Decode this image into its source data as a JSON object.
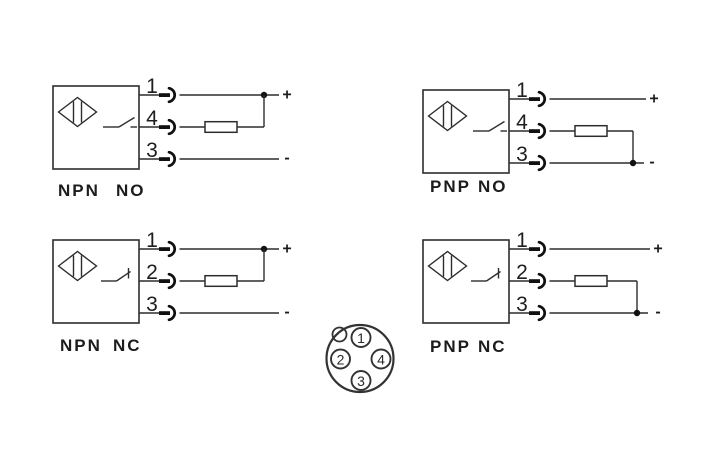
{
  "diagrams": [
    {
      "type_label": "NPN",
      "state_label": "NO",
      "wire_labels": [
        "1",
        "4",
        "3"
      ],
      "plus": "+",
      "minus": "-"
    },
    {
      "type_label": "PNP",
      "state_label": "NO",
      "wire_labels": [
        "1",
        "4",
        "3"
      ],
      "plus": "+",
      "minus": "-"
    },
    {
      "type_label": "NPN",
      "state_label": "NC",
      "wire_labels": [
        "1",
        "2",
        "3"
      ],
      "plus": "+",
      "minus": "-"
    },
    {
      "type_label": "PNP",
      "state_label": "NC",
      "wire_labels": [
        "1",
        "2",
        "3"
      ],
      "plus": "+",
      "minus": "-"
    }
  ],
  "connector": {
    "pin_labels": [
      "1",
      "2",
      "3",
      "4"
    ]
  }
}
